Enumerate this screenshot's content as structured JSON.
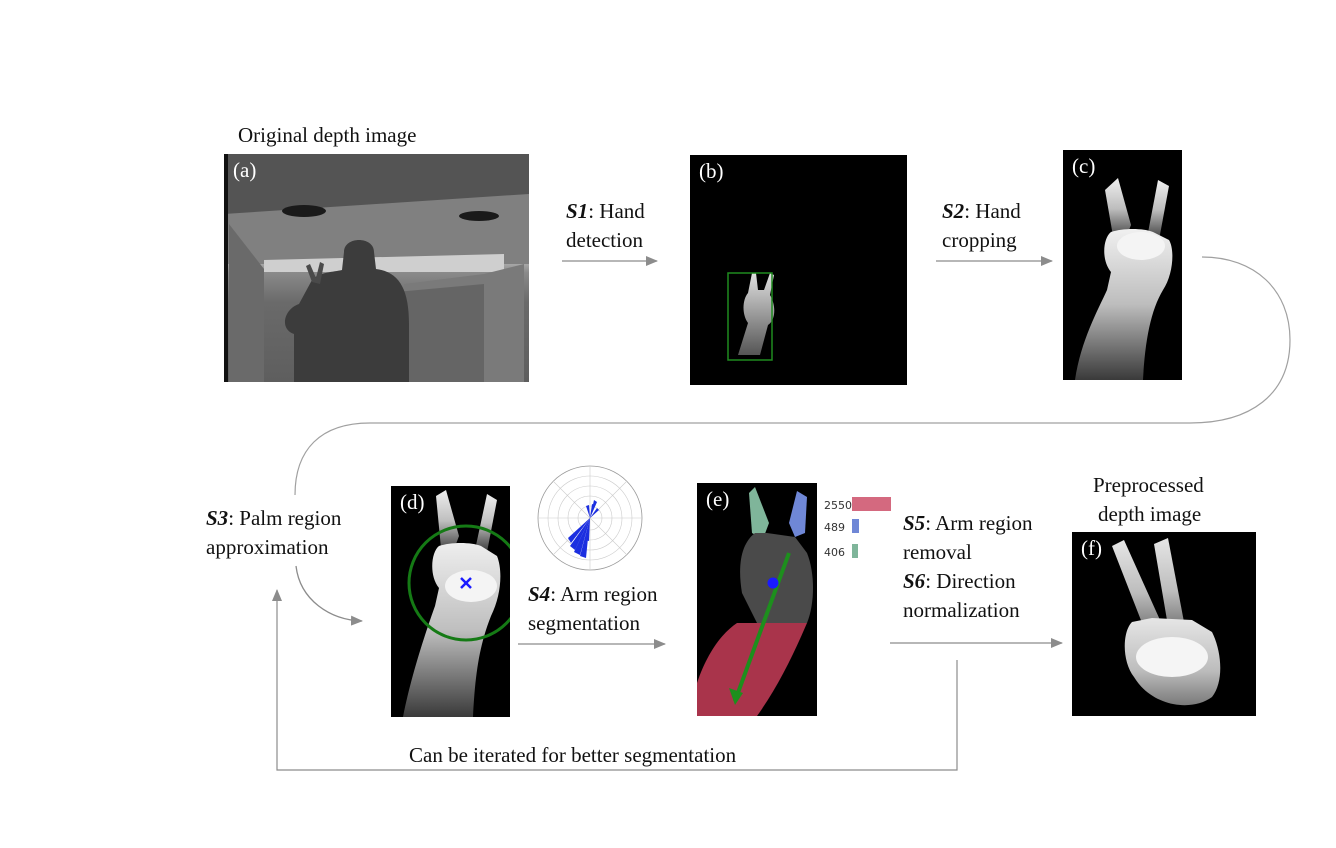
{
  "headers": {
    "original": "Original depth image",
    "preprocessed_line1": "Preprocessed",
    "preprocessed_line2": "depth image"
  },
  "panels": {
    "a": "(a)",
    "b": "(b)",
    "c": "(c)",
    "d": "(d)",
    "e": "(e)",
    "f": "(f)"
  },
  "steps": {
    "s1": {
      "code": "S1",
      "rest1": ": Hand",
      "line2": "detection"
    },
    "s2": {
      "code": "S2",
      "rest1": ": Hand",
      "line2": "cropping"
    },
    "s3": {
      "code": "S3",
      "rest1": ": Palm region",
      "line2": "approximation"
    },
    "s4": {
      "code": "S4",
      "rest1": ": Arm region",
      "line2": "segmentation"
    },
    "s5": {
      "code": "S5",
      "rest1": ": Arm region",
      "line2": "removal"
    },
    "s6": {
      "code": "S6",
      "rest1": ": Direction",
      "line2": "normalization"
    }
  },
  "iteration_note": "Can be iterated for better segmentation",
  "cluster_bars": [
    {
      "value": "2550",
      "color": "#d4697f",
      "fraction": 1.0
    },
    {
      "value": "489",
      "color": "#6f87d6",
      "fraction": 0.19
    },
    {
      "value": "406",
      "color": "#7fb59a",
      "fraction": 0.16
    }
  ],
  "colors": {
    "arrow": "#8c8c8c",
    "bbox": "#1f8a1f",
    "palm_circle": "#157a15",
    "center_marker": "#1a1aff",
    "direction_arrow": "#1d8f1d"
  }
}
